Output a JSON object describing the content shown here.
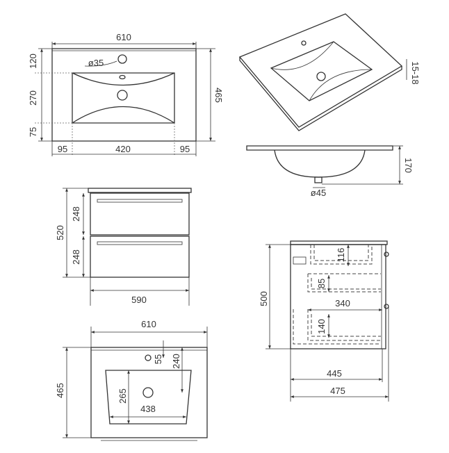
{
  "top_view": {
    "width": "610",
    "depth": "465",
    "back": "120",
    "basin_depth": "270",
    "front": "75",
    "left": "95",
    "basin_width": "420",
    "right": "95",
    "tap_hole": "ø35"
  },
  "iso_view": {
    "thickness": "15-18"
  },
  "side_profile": {
    "height": "170",
    "drain": "ø45"
  },
  "front_view": {
    "height": "520",
    "drawer_top": "248",
    "drawer_bottom": "248",
    "width": "590"
  },
  "plan_view": {
    "width": "610",
    "depth": "465",
    "overflow_offset": "55",
    "drain_offset": "240",
    "basin_depth": "265",
    "basin_width": "438"
  },
  "section_view": {
    "height": "500",
    "basin_depth": "116",
    "upper_drawer": "85",
    "drawer_width": "340",
    "lower_drawer": "140",
    "carcass_depth": "445",
    "total_depth": "475"
  }
}
